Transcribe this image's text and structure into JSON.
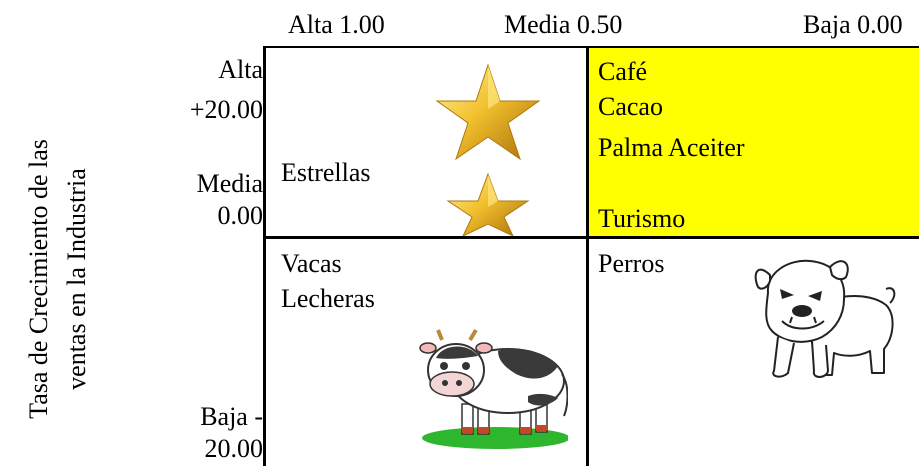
{
  "x_axis": {
    "high": "Alta 1.00",
    "mid": "Media 0.50",
    "low": "Baja 0.00"
  },
  "y_axis": {
    "title_line1": "Tasa de Crecimiento de las",
    "title_line2": "ventas en la Industria",
    "high_word": "Alta",
    "high_value": "+20.00",
    "mid_word": "Media",
    "mid_value": "0.00",
    "low_word": "Baja -",
    "low_value": "20.00"
  },
  "quadrants": {
    "stars": {
      "label": "Estrellas",
      "icon": "star-icon"
    },
    "question": {
      "items": [
        "Café",
        "Cacao",
        "Palma  Aceiter",
        "Turismo"
      ],
      "color": "#ffff00"
    },
    "cows": {
      "line1": "Vacas",
      "line2": "Lecheras",
      "icon": "cow-icon"
    },
    "dogs": {
      "label": "Perros",
      "icon": "bulldog-icon"
    }
  }
}
